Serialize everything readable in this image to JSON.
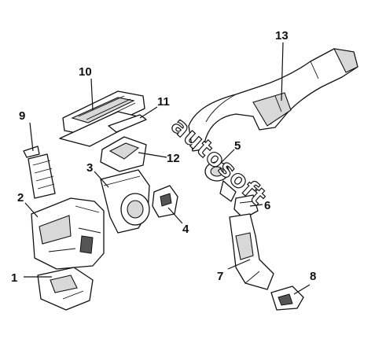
{
  "callouts": [
    {
      "id": "1",
      "label": "1"
    },
    {
      "id": "2",
      "label": "2"
    },
    {
      "id": "3",
      "label": "3"
    },
    {
      "id": "4",
      "label": "4"
    },
    {
      "id": "5",
      "label": "5"
    },
    {
      "id": "6",
      "label": "6"
    },
    {
      "id": "7",
      "label": "7"
    },
    {
      "id": "8",
      "label": "8"
    },
    {
      "id": "9",
      "label": "9"
    },
    {
      "id": "10",
      "label": "10"
    },
    {
      "id": "11",
      "label": "11"
    },
    {
      "id": "12",
      "label": "12"
    },
    {
      "id": "13",
      "label": "13"
    }
  ],
  "watermark": "autosoft",
  "colors": {
    "ink": "#111111",
    "paper": "#ffffff",
    "shade": "#d8d8d8"
  }
}
